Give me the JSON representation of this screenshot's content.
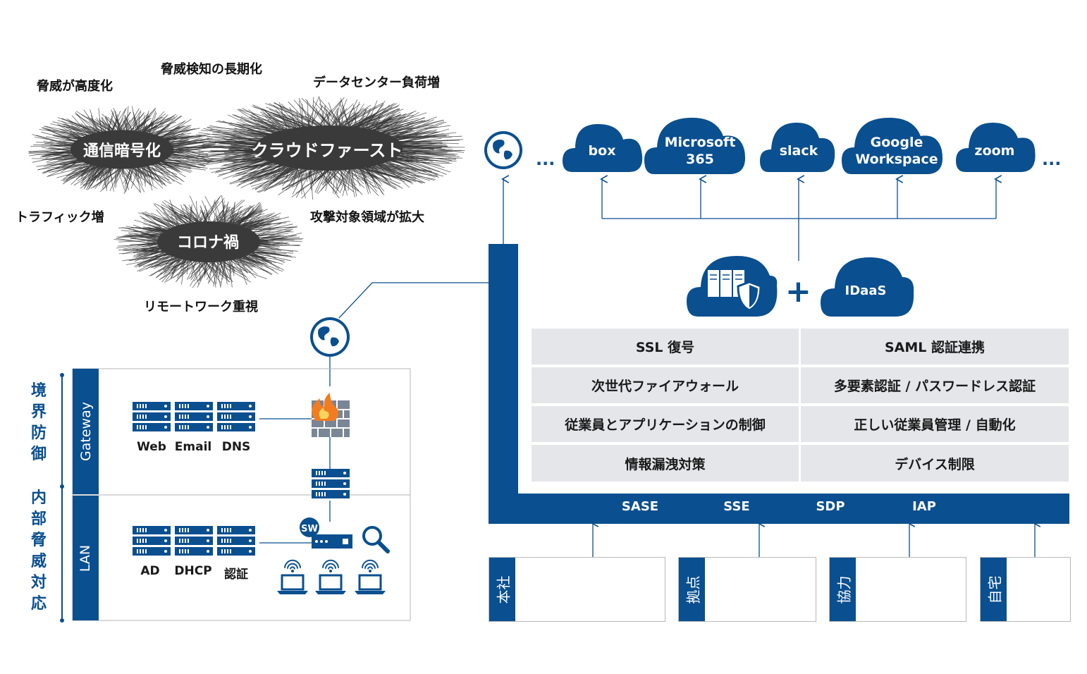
{
  "threats": {
    "keywords": [
      "脅威が高度化",
      "脅威検知の長期化",
      "データセンター負荷増",
      "トラフィック増",
      "攻撃対象領域が拡大",
      "リモートワーク重視"
    ],
    "clouds": [
      "通信暗号化",
      "クラウドファースト",
      "コロナ禍"
    ]
  },
  "saas": {
    "leading_ellipsis": "...",
    "trailing_ellipsis": "...",
    "services": [
      "box",
      "Microsoft\n365",
      "slack",
      "Google\nWorkspace",
      "zoom"
    ]
  },
  "idaas": {
    "plus": "+",
    "label": "IDaaS"
  },
  "features": {
    "left": [
      "SSL 復号",
      "次世代ファイアウォール",
      "従業員とアプリケーションの制御",
      "情報漏洩対策"
    ],
    "right": [
      "SAML 認証連携",
      "多要素認証 / パスワードレス認証",
      "正しい従業員管理 / 自動化",
      "デバイス制限"
    ]
  },
  "framework_bar": [
    "SASE",
    "SSE",
    "SDP",
    "IAP"
  ],
  "sites": [
    "本社",
    "拠点",
    "協力",
    "自宅"
  ],
  "legacy": {
    "left_labels": [
      "境界防御",
      "内部脅威対応"
    ],
    "zones": [
      "Gateway",
      "LAN"
    ],
    "gateway_servers": [
      "Web",
      "Email",
      "DNS"
    ],
    "lan_servers": [
      "AD",
      "DHCP",
      "認証"
    ],
    "switch_label": "SW"
  },
  "colors": {
    "brand_blue": "#0a4f8f",
    "cell_gray": "#e5e6ea",
    "scribble": "#333333",
    "fire": "#f07d22"
  }
}
